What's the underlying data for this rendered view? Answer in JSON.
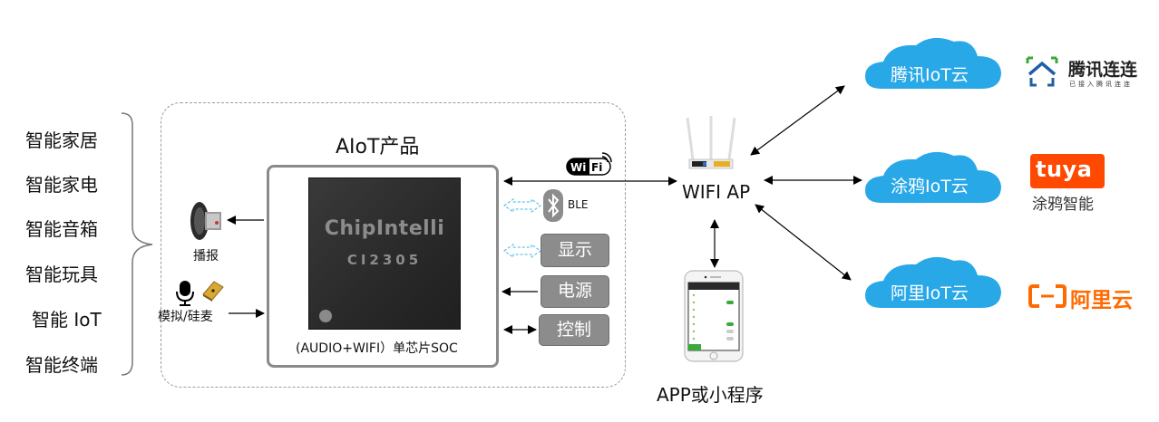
{
  "categories": [
    "智能家居",
    "智能家电",
    "智能音箱",
    "智能玩具",
    "智能 IoT",
    "智能终端"
  ],
  "product": {
    "title": "AIoT产品",
    "chip_brand": "ChipIntelli",
    "chip_model": "CI2305",
    "soc_label": "(AUDIO+WIFI）单芯片SOC"
  },
  "peripherals": {
    "speaker_label": "播报",
    "mic_label": "模拟/硅麦",
    "wifi_logo_left": "Wi",
    "wifi_logo_right": "Fi",
    "ble_label": "BLE",
    "display_label": "显示",
    "power_label": "电源",
    "control_label": "控制"
  },
  "network": {
    "ap_label": "WIFI AP",
    "app_label": "APP或小程序"
  },
  "clouds": [
    {
      "label": "腾讯IoT云",
      "color": "#29a8e8"
    },
    {
      "label": "涂鸦IoT云",
      "color": "#29a8e8"
    },
    {
      "label": "阿里IoT云",
      "color": "#29a8e8"
    }
  ],
  "brands": {
    "tencent_name": "腾讯连连",
    "tencent_sub": "已接入腾讯连连",
    "tuya_logo": "tuya",
    "tuya_cn": "涂鸦智能",
    "ali_name": "阿里云"
  },
  "colors": {
    "cloud": "#29a8e8",
    "tuya": "#ff4800",
    "aliyun": "#ff6a00",
    "gray_button": "#8c8c8c",
    "ble_dash": "#3cb4e6"
  }
}
